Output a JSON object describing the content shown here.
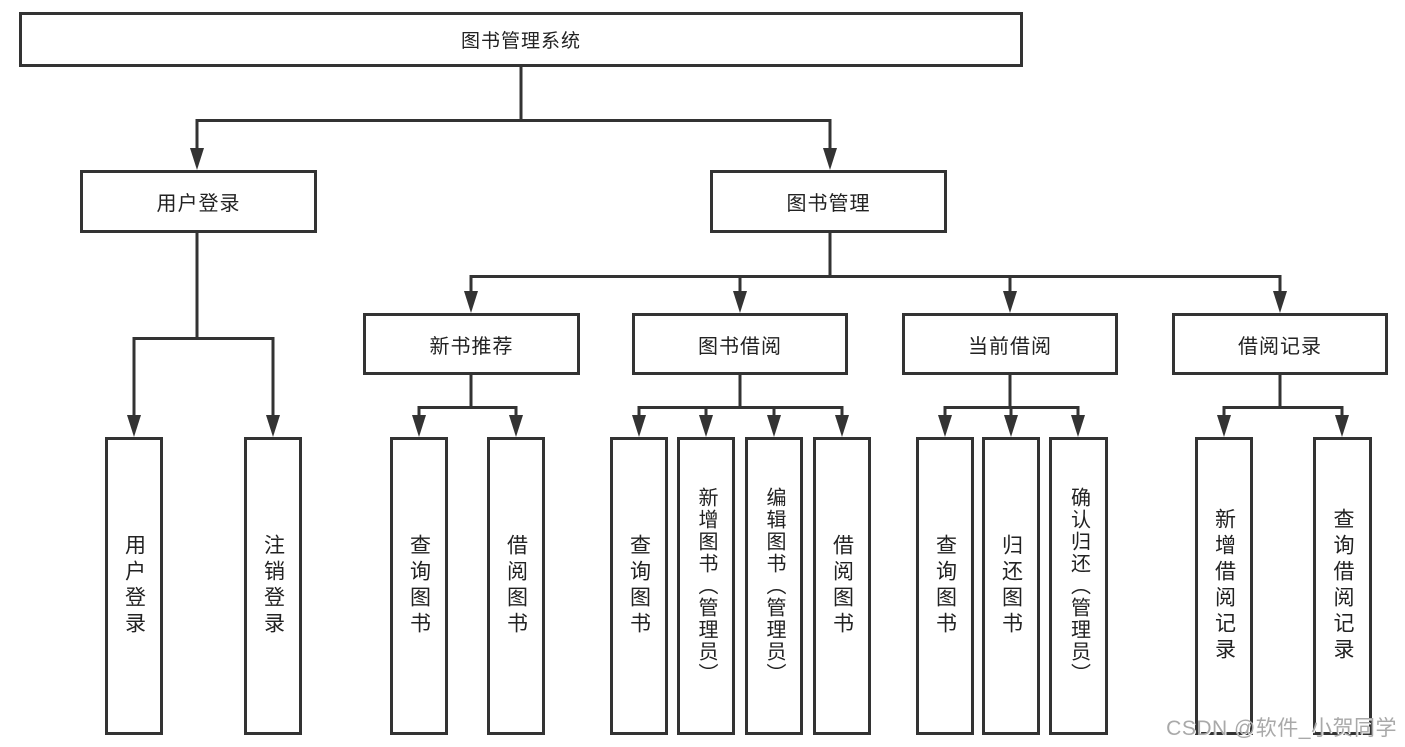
{
  "diagram": {
    "colors": {
      "line": "#333333",
      "box_border": "#333333",
      "text": "#222222",
      "watermark": "#a9a9a9",
      "background": "#ffffff"
    },
    "nodes": {
      "root": {
        "label": "图书管理系统"
      },
      "l2": [
        {
          "label": "用户登录"
        },
        {
          "label": "图书管理"
        }
      ],
      "l3": [
        {
          "label": "新书推荐",
          "parent": "图书管理"
        },
        {
          "label": "图书借阅",
          "parent": "图书管理"
        },
        {
          "label": "当前借阅",
          "parent": "图书管理"
        },
        {
          "label": "借阅记录",
          "parent": "图书管理"
        }
      ],
      "leaves": [
        {
          "label": "用户登录",
          "parent": "用户登录"
        },
        {
          "label": "注销登录",
          "parent": "用户登录"
        },
        {
          "label": "查询图书",
          "parent": "新书推荐"
        },
        {
          "label": "借阅图书",
          "parent": "新书推荐"
        },
        {
          "label": "查询图书",
          "parent": "图书借阅"
        },
        {
          "label": "新增图书（管理员）",
          "parent": "图书借阅"
        },
        {
          "label": "编辑图书（管理员）",
          "parent": "图书借阅"
        },
        {
          "label": "借阅图书",
          "parent": "图书借阅"
        },
        {
          "label": "查询图书",
          "parent": "当前借阅"
        },
        {
          "label": "归还图书",
          "parent": "当前借阅"
        },
        {
          "label": "确认归还（管理员）",
          "parent": "当前借阅"
        },
        {
          "label": "新增借阅记录",
          "parent": "借阅记录"
        },
        {
          "label": "查询借阅记录",
          "parent": "借阅记录"
        }
      ]
    },
    "watermark": "CSDN @软件_小贺同学"
  }
}
